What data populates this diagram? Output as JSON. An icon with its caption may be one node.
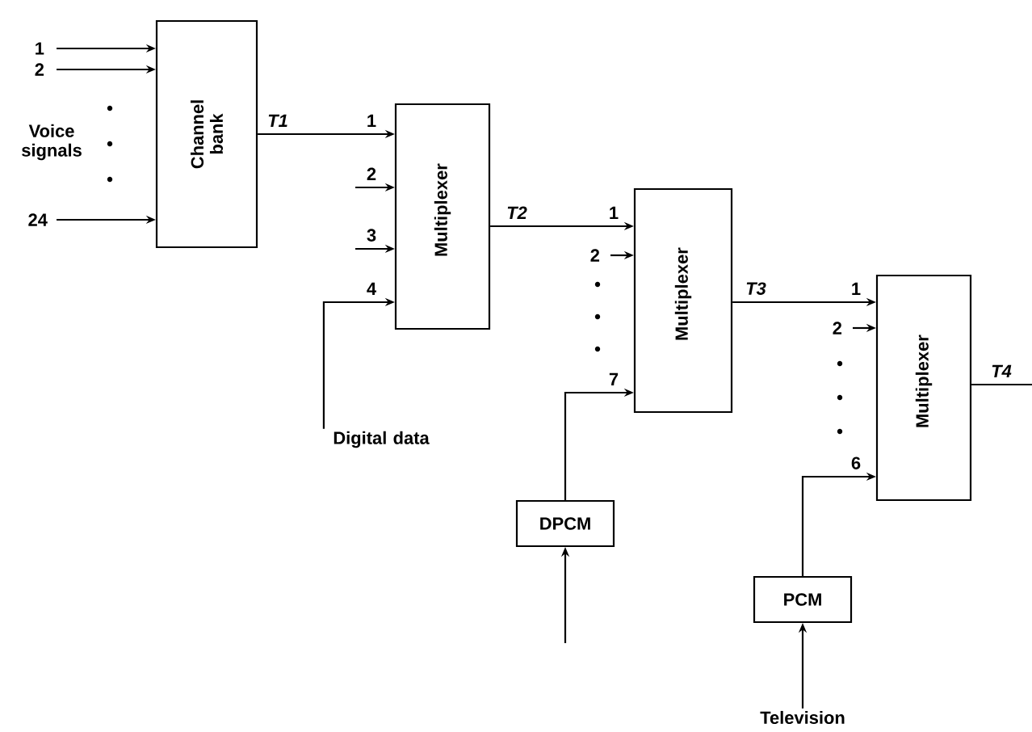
{
  "diagram": {
    "nodes": [
      {
        "text": [
          "Channel bank"
        ]
      },
      {
        "text": [
          "Multiplexer"
        ]
      },
      {
        "text": [
          "Multiplexer"
        ]
      },
      {
        "text": [
          "Multiplexer"
        ]
      },
      {
        "text": [
          "DPCM"
        ]
      },
      {
        "text": [
          "PCM"
        ]
      },
      {
        "text": [
          "Digital data"
        ]
      },
      {
        "text": [
          "Television"
        ]
      }
    ],
    "edges": [
      {
        "from": null,
        "to": 0,
        "arrow": "to",
        "label": "1"
      },
      {
        "from": null,
        "to": 0,
        "arrow": "to",
        "label": "2"
      },
      {
        "from": null,
        "to": 0,
        "arrow": "to",
        "label": "24"
      },
      {
        "from": 0,
        "to": 1,
        "arrow": "to",
        "label": "1"
      },
      {
        "from": null,
        "to": 1,
        "arrow": "to",
        "label": "2"
      },
      {
        "from": null,
        "to": 1,
        "arrow": "to",
        "label": "3"
      },
      {
        "from": 6,
        "to": 1,
        "arrow": "to",
        "label": "4"
      },
      {
        "from": 1,
        "to": 2,
        "arrow": "to",
        "label": "1"
      },
      {
        "from": null,
        "to": 2,
        "arrow": "to",
        "label": "2"
      },
      {
        "from": 4,
        "to": 2,
        "arrow": "to",
        "label": "7"
      },
      {
        "from": 2,
        "to": 3,
        "arrow": "to",
        "label": "1"
      },
      {
        "from": null,
        "to": 3,
        "arrow": "to",
        "label": "2"
      },
      {
        "from": 5,
        "to": 3,
        "arrow": "to",
        "label": "6"
      },
      {
        "from": 3,
        "to": null,
        "arrow": "none"
      },
      {
        "from": null,
        "to": 4,
        "arrow": "to"
      },
      {
        "from": 7,
        "to": 5,
        "arrow": "to"
      }
    ],
    "labels": [
      "Voice signals",
      "T1",
      "T2",
      "T3",
      "T4"
    ]
  }
}
